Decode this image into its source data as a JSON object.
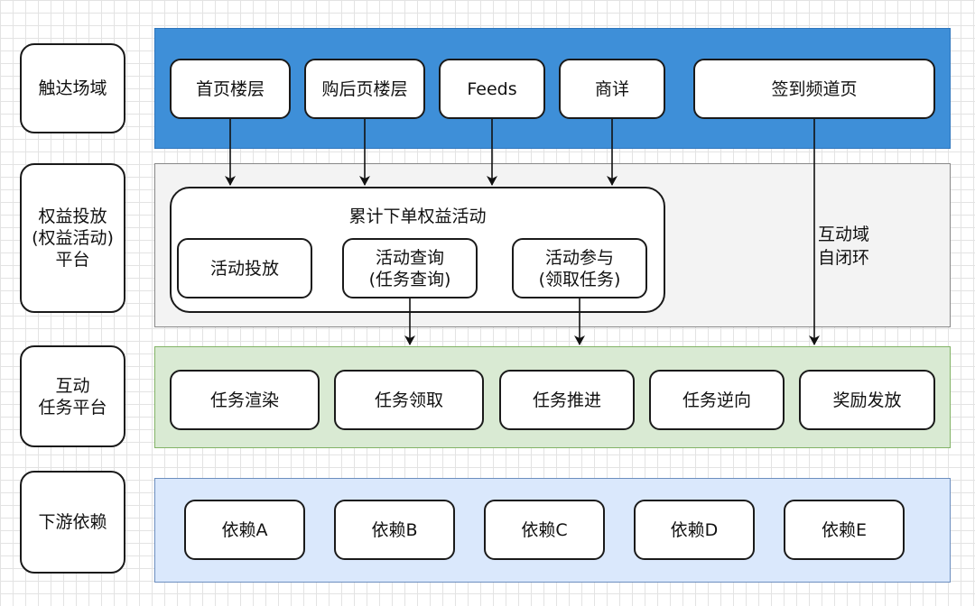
{
  "layers": {
    "touch": "触达场域",
    "rights": "权益投放\n(权益活动)\n平台",
    "interaction": "互动\n任务平台",
    "downstream": "下游依赖"
  },
  "touch_nodes": [
    "首页楼层",
    "购后页楼层",
    "Feeds",
    "商详",
    "签到频道页"
  ],
  "rights_container": {
    "title": "累计下单权益活动",
    "nodes": [
      "活动投放",
      "活动查询\n(任务查询)",
      "活动参与\n(领取任务)"
    ]
  },
  "closed_loop_label": "互动域\n自闭环",
  "interaction_nodes": [
    "任务渲染",
    "任务领取",
    "任务推进",
    "任务逆向",
    "奖励发放"
  ],
  "downstream_nodes": [
    "依赖A",
    "依赖B",
    "依赖C",
    "依赖D",
    "依赖E"
  ],
  "colors": {
    "touch_band": "#3e8fd8",
    "rights_band": "#f3f3f3",
    "interaction_band": "#d9ead3",
    "downstream_band": "#dae8fc"
  }
}
